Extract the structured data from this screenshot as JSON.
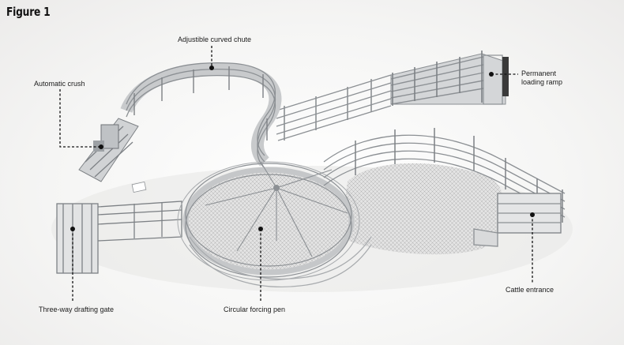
{
  "figure": {
    "title": "Figure 1"
  },
  "callouts": {
    "chute": "Adjustible curved chute",
    "crush": "Automatic crush",
    "ramp_line1": "Permanent",
    "ramp_line2": "loading ramp",
    "entrance": "Cattle entrance",
    "forcing_pen": "Circular forcing pen",
    "drafting_gate": "Three-way drafting gate"
  },
  "colors": {
    "steel": "#b9bcbf",
    "steel_dark": "#8c9094",
    "floor": "#dcdcdc",
    "leader": "#111111"
  }
}
